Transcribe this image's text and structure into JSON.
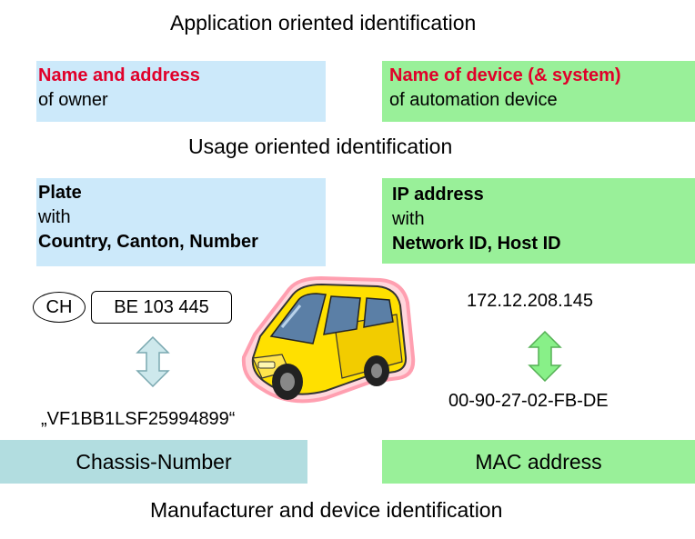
{
  "headings": {
    "application": "Application oriented identification",
    "usage": "Usage oriented identification",
    "manufacturer": "Manufacturer and device identification"
  },
  "owner_box": {
    "title": "Name and address",
    "subtitle": "of owner"
  },
  "device_box": {
    "title": "Name of device (& system)",
    "subtitle": "of automation device"
  },
  "plate_box": {
    "title": "Plate",
    "with": "with",
    "detail": "Country, Canton, Number"
  },
  "ip_box": {
    "title": "IP address",
    "with": "with",
    "detail": "Network ID, Host ID"
  },
  "plate": {
    "country": "CH",
    "number": "BE 103 445"
  },
  "ip_value": "172.12.208.145",
  "vin_value": "„VF1BB1LSF25994899“",
  "mac_value": "00-90-27-02-FB-DE",
  "chassis_label": "Chassis-Number",
  "mac_label": "MAC address",
  "colors": {
    "blue_box": "#cce9fa",
    "green_box": "#99f099",
    "teal_box": "#b2dde0",
    "red_text": "#e0002a",
    "van_body": "#ffe000"
  },
  "icons": [
    "double-arrow-blue-icon",
    "double-arrow-green-icon",
    "van-icon"
  ]
}
